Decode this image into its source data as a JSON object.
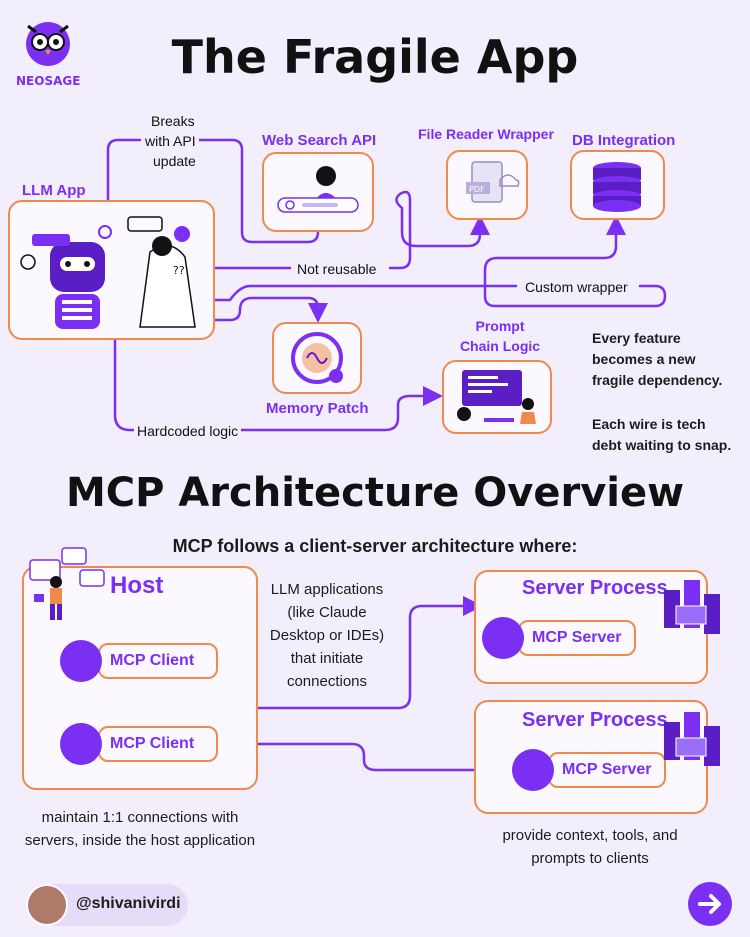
{
  "brand": {
    "name": "NEOSAGE"
  },
  "fragile": {
    "title": "The Fragile App",
    "llm_app": "LLM App",
    "web_search": "Web Search API",
    "file_reader": "File Reader Wrapper",
    "db": "DB Integration",
    "memory": "Memory Patch",
    "prompt_l1": "Prompt",
    "prompt_l2": "Chain Logic",
    "wire_breaks_1": "Breaks",
    "wire_breaks_2": "with API",
    "wire_breaks_3": "update",
    "wire_not_reusable": "Not reusable",
    "wire_custom": "Custom wrapper",
    "wire_hardcoded": "Hardcoded logic",
    "pdf_tag": "PDF",
    "robot_q": "??",
    "note1_l1": "Every feature",
    "note1_l2": "becomes a new",
    "note1_l3": "fragile dependency.",
    "note2_l1": "Each wire is tech",
    "note2_l2": "debt waiting to snap."
  },
  "mcp": {
    "title": "MCP Architecture Overview",
    "subtitle": "MCP follows a client-server architecture where:",
    "host": "Host",
    "client1": "MCP Client",
    "client2": "MCP Client",
    "host_desc_1": "LLM applications",
    "host_desc_2": "(like Claude",
    "host_desc_3": "Desktop or IDEs)",
    "host_desc_4": "that initiate",
    "host_desc_5": "connections",
    "server_process_1": "Server Process",
    "server_process_2": "Server Process",
    "server1": "MCP Server",
    "server2": "MCP Server",
    "client_note_1": "maintain 1:1 connections with",
    "client_note_2": "servers, inside the host application",
    "server_note_1": "provide context, tools, and",
    "server_note_2": "prompts to clients"
  },
  "footer": {
    "handle": "@shivanivirdi"
  },
  "colors": {
    "accent": "#7b2ff2",
    "border": "#f08a4b",
    "bg": "#f3eefb"
  }
}
